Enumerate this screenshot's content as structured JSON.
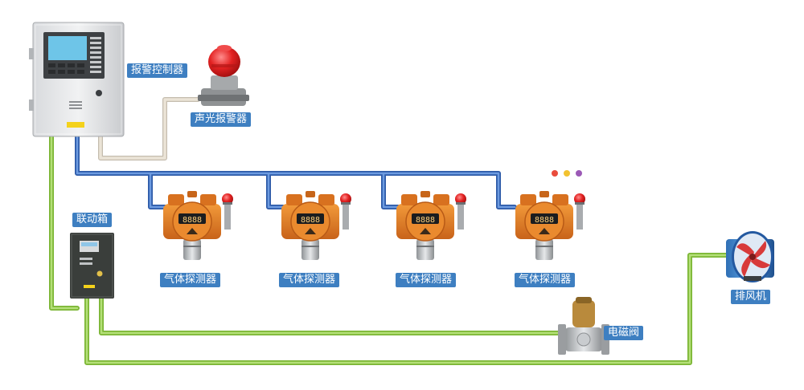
{
  "labels": {
    "controller": "报警控制器",
    "strobe": "声光报警器",
    "linkage_box": "联动箱",
    "detector_1": "气体探测器",
    "detector_2": "气体探测器",
    "detector_3": "气体探测器",
    "detector_4": "气体探测器",
    "valve": "电磁阀",
    "fan": "排风机"
  },
  "detector_display": "8888",
  "colors": {
    "bus_line": "#3b6fc4",
    "signal_line": "#e8dfcf",
    "power_line": "#8dc63f",
    "label_bg": "#3e7fc1",
    "detector_body": "#e07b1f",
    "beacon": "#d6201f"
  },
  "indicator_dots": [
    "#e94c3c",
    "#f2c230",
    "#9b59b6"
  ],
  "icons": {
    "controller": "alarm-controller-icon",
    "strobe": "strobe-alarm-icon",
    "linkage_box": "linkage-box-icon",
    "detector": "gas-detector-icon",
    "valve": "solenoid-valve-icon",
    "fan": "exhaust-fan-icon"
  }
}
